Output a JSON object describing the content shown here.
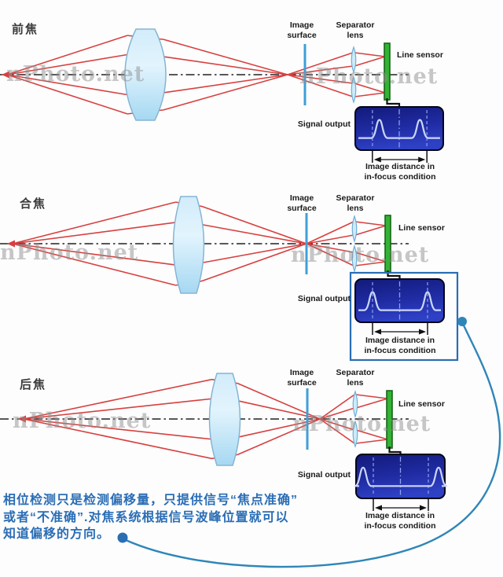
{
  "watermark": {
    "text": "nPhoto.net"
  },
  "labels": {
    "image_surface": "Image surface",
    "separator_lens": "Separator lens",
    "line_sensor": "Line sensor",
    "signal_output": "Signal output",
    "distance_line1": "Image distance in",
    "distance_line2": "in-focus condition"
  },
  "rows": [
    {
      "name": "front-focus",
      "label": "前焦",
      "signal_peaks_rel": [
        31,
        83
      ]
    },
    {
      "name": "in-focus",
      "label": "合焦",
      "signal_peaks_rel": [
        22,
        92
      ]
    },
    {
      "name": "back-focus",
      "label": "后焦",
      "signal_peaks_rel": [
        9,
        105
      ]
    }
  ],
  "footnote": {
    "lines": [
      "相位检测只是检测偏移量，只提供信号“焦点准确”",
      "或者“不准确”.对焦系统根据信号波峰位置就可以",
      "知道偏移的方向。"
    ]
  },
  "colors": {
    "ray_red": "#d84040",
    "lens_blue": "#bfe3f7",
    "image_surface_blue": "#3f9fd8",
    "sensor_green": "#34b234",
    "signal_box_navy": "#1c27a0",
    "waveform": "#ccd6f8",
    "accent_blue": "#2a6db5",
    "callout_curve": "#2e86b8",
    "watermark_gray": "#909090"
  }
}
